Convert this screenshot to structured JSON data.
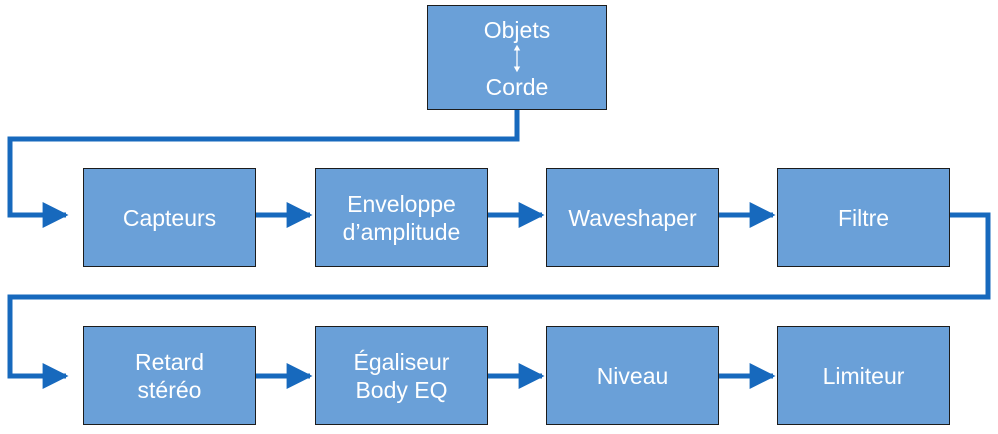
{
  "source": {
    "line1": "Objets",
    "line2": "Corde"
  },
  "row1": [
    {
      "line1": "Capteurs",
      "line2": ""
    },
    {
      "line1": "Enveloppe",
      "line2": "d’amplitude"
    },
    {
      "line1": "Waveshaper",
      "line2": ""
    },
    {
      "line1": "Filtre",
      "line2": ""
    }
  ],
  "row2": [
    {
      "line1": "Retard",
      "line2": "stéréo"
    },
    {
      "line1": "Égaliseur",
      "line2": "Body EQ"
    },
    {
      "line1": "Niveau",
      "line2": ""
    },
    {
      "line1": "Limiteur",
      "line2": ""
    }
  ],
  "colors": {
    "box_fill": "#6aa0d8",
    "arrow": "#1769bd",
    "border": "#1c1c1c",
    "text": "#ffffff"
  }
}
